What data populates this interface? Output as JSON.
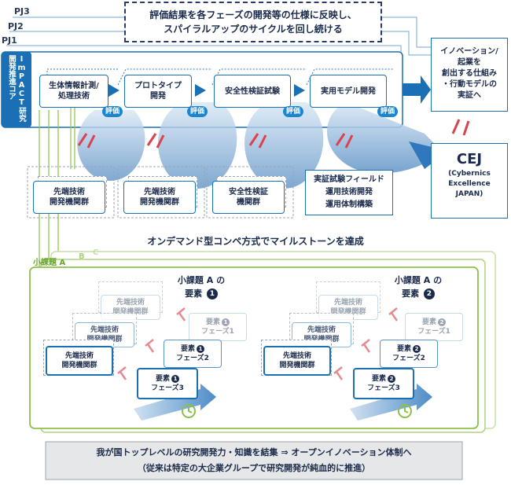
{
  "top_banner": {
    "line1": "評価結果を各フェーズの開発等の仕様に反映し、",
    "line2": "スパイラルアップのサイクルを回し続ける"
  },
  "pj_labels": [
    "PJ3",
    "PJ2",
    "PJ1"
  ],
  "core": {
    "vertical_label": "ImPACT研究開発推進コア"
  },
  "phases": [
    {
      "label": "生体情報計測/\n処理技術"
    },
    {
      "label": "プロトタイプ\n開発"
    },
    {
      "label": "安全性検証試験"
    },
    {
      "label": "実用モデル開発"
    }
  ],
  "evaluation_label": "評価",
  "innovation_box": {
    "line1": "イノベーション/",
    "line2": "起業を",
    "line3": "創出する仕組み",
    "line4": "・行動モデルの",
    "line5": "実証へ"
  },
  "cej": {
    "title": "CEJ",
    "line1": "(Cybernics",
    "line2": "Excellence",
    "line3": "JAPAN)"
  },
  "institution_groups": [
    {
      "line1": "先端技術",
      "line2": "開発機関群"
    },
    {
      "line1": "先端技術",
      "line2": "開発機関群"
    },
    {
      "line1": "安全性検証",
      "line2": "機関群"
    }
  ],
  "field_box": {
    "line1": "実証試験フィールド",
    "line2": "運用技術開発",
    "line3": "運用体制構築"
  },
  "ondemand": "オンデマンド型コンペ方式でマイルストーンを達成",
  "subtask_tabs": {
    "a": "小課題 A",
    "b": "B",
    "c": "C"
  },
  "element_sets": [
    {
      "title1": "小課題 A の",
      "title2": "要素",
      "num": "1",
      "inst": {
        "line1": "先端技術",
        "line2": "開発機関群"
      },
      "steps": [
        {
          "line1": "要素",
          "line2": "フェーズ1",
          "num": "1"
        },
        {
          "line1": "要素",
          "line2": "フェーズ2",
          "num": "1"
        },
        {
          "line1": "要素",
          "line2": "フェーズ3",
          "num": "1"
        }
      ]
    },
    {
      "title1": "小課題 A の",
      "title2": "要素",
      "num": "2",
      "inst": {
        "line1": "先端技術",
        "line2": "開発機関群"
      },
      "steps": [
        {
          "line1": "要素",
          "line2": "フェーズ1",
          "num": "2"
        },
        {
          "line1": "要素",
          "line2": "フェーズ2",
          "num": "2"
        },
        {
          "line1": "要素",
          "line2": "フェーズ3",
          "num": "2"
        }
      ]
    }
  ],
  "footer": {
    "line1": "我が国トップレベルの研究開発力・知識を結集 ⇒ オープンイノベーション体制へ",
    "line2": "（従来は特定の大企業グループで研究開発が純血的に推進）"
  },
  "colors": {
    "accent": "#1a6fb5",
    "dark": "#1a2a4a",
    "green": "#8dc04a",
    "red": "#d9434f",
    "spiral": "#8fb8dd"
  }
}
